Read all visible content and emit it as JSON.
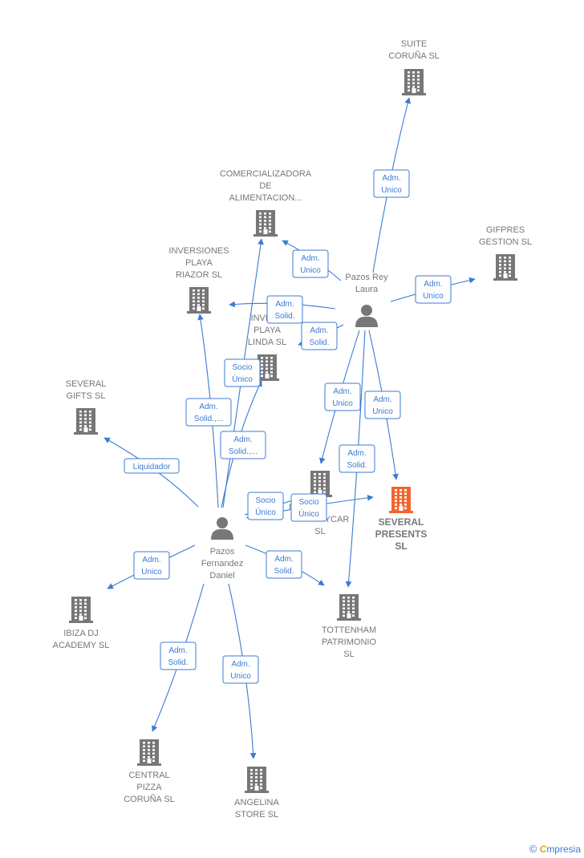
{
  "colors": {
    "edge": "#3a7bd5",
    "company": "#777777",
    "highlight": "#f26530",
    "person": "#777777"
  },
  "nodes": [
    {
      "id": "suite",
      "type": "company",
      "label": [
        "SUITE",
        "CORUÑA  SL"
      ]
    },
    {
      "id": "comercializadora",
      "type": "company",
      "label": [
        "COMERCIALIZADORA",
        "DE",
        "ALIMENTACION..."
      ]
    },
    {
      "id": "gifpres",
      "type": "company",
      "label": [
        "GIFPRES",
        "GESTION  SL"
      ]
    },
    {
      "id": "riazor",
      "type": "company",
      "label": [
        "INVERSIONES",
        "PLAYA",
        "RIAZOR  SL"
      ]
    },
    {
      "id": "linda",
      "type": "company",
      "label": [
        "INVERS",
        "PLAYA",
        "LINDA  SL"
      ]
    },
    {
      "id": "gifts",
      "type": "company",
      "label": [
        "SEVERAL",
        "GIFTS SL"
      ]
    },
    {
      "id": "dycar",
      "type": "company",
      "label": [
        "D",
        "YCAR",
        "SL"
      ]
    },
    {
      "id": "presents",
      "type": "company",
      "highlight": true,
      "label": [
        "SEVERAL",
        "PRESENTS",
        "SL"
      ]
    },
    {
      "id": "ibiza",
      "type": "company",
      "label": [
        "IBIZA DJ",
        "ACADEMY  SL"
      ]
    },
    {
      "id": "tottenham",
      "type": "company",
      "label": [
        "TOTTENHAM",
        "PATRIMONIO",
        "SL"
      ]
    },
    {
      "id": "central",
      "type": "company",
      "label": [
        "CENTRAL",
        "PIZZA",
        "CORUÑA SL"
      ]
    },
    {
      "id": "angelina",
      "type": "company",
      "label": [
        "ANGELINA",
        "STORE SL"
      ]
    },
    {
      "id": "laura",
      "type": "person",
      "label": [
        "Pazos Rey",
        "Laura"
      ]
    },
    {
      "id": "daniel",
      "type": "person",
      "label": [
        "Pazos",
        "Fernandez",
        "Daniel"
      ]
    }
  ],
  "edges": [
    {
      "from": "laura",
      "to": "suite",
      "label": [
        "Adm.",
        "Unico"
      ]
    },
    {
      "from": "laura",
      "to": "comercializadora",
      "label": [
        "Adm.",
        "Unico"
      ]
    },
    {
      "from": "laura",
      "to": "gifpres",
      "label": [
        "Adm.",
        "Unico"
      ]
    },
    {
      "from": "laura",
      "to": "riazor",
      "label": [
        "Adm.",
        "Solid."
      ]
    },
    {
      "from": "laura",
      "to": "linda",
      "label": [
        "Adm.",
        "Solid."
      ]
    },
    {
      "from": "laura",
      "to": "dycar",
      "label": [
        "Adm.",
        "Unico"
      ]
    },
    {
      "from": "laura",
      "to": "presents",
      "label": [
        "Adm.",
        "Unico"
      ]
    },
    {
      "from": "laura",
      "to": "tottenham",
      "label": [
        "Adm.",
        "Solid."
      ]
    },
    {
      "from": "daniel",
      "to": "linda",
      "label": [
        "Socio",
        "Único"
      ]
    },
    {
      "from": "daniel",
      "to": "riazor",
      "label": [
        "Adm.",
        "Solid.,..."
      ]
    },
    {
      "from": "daniel",
      "to": "comercializadora",
      "label": [
        "Adm.",
        "Solid.,..."
      ]
    },
    {
      "from": "daniel",
      "to": "gifts",
      "label": [
        "Liquidador"
      ]
    },
    {
      "from": "daniel",
      "to": "dycar",
      "label": [
        "Socio",
        "Único"
      ]
    },
    {
      "from": "daniel",
      "to": "presents",
      "label": [
        "Socio",
        "Único"
      ]
    },
    {
      "from": "daniel",
      "to": "ibiza",
      "label": [
        "Adm.",
        "Unico"
      ]
    },
    {
      "from": "daniel",
      "to": "tottenham",
      "label": [
        "Adm.",
        "Solid."
      ]
    },
    {
      "from": "daniel",
      "to": "central",
      "label": [
        "Adm.",
        "Solid."
      ]
    },
    {
      "from": "daniel",
      "to": "angelina",
      "label": [
        "Adm.",
        "Unico"
      ]
    }
  ],
  "brand": {
    "symbol": "©",
    "initial": "C",
    "rest": "mpresia"
  }
}
